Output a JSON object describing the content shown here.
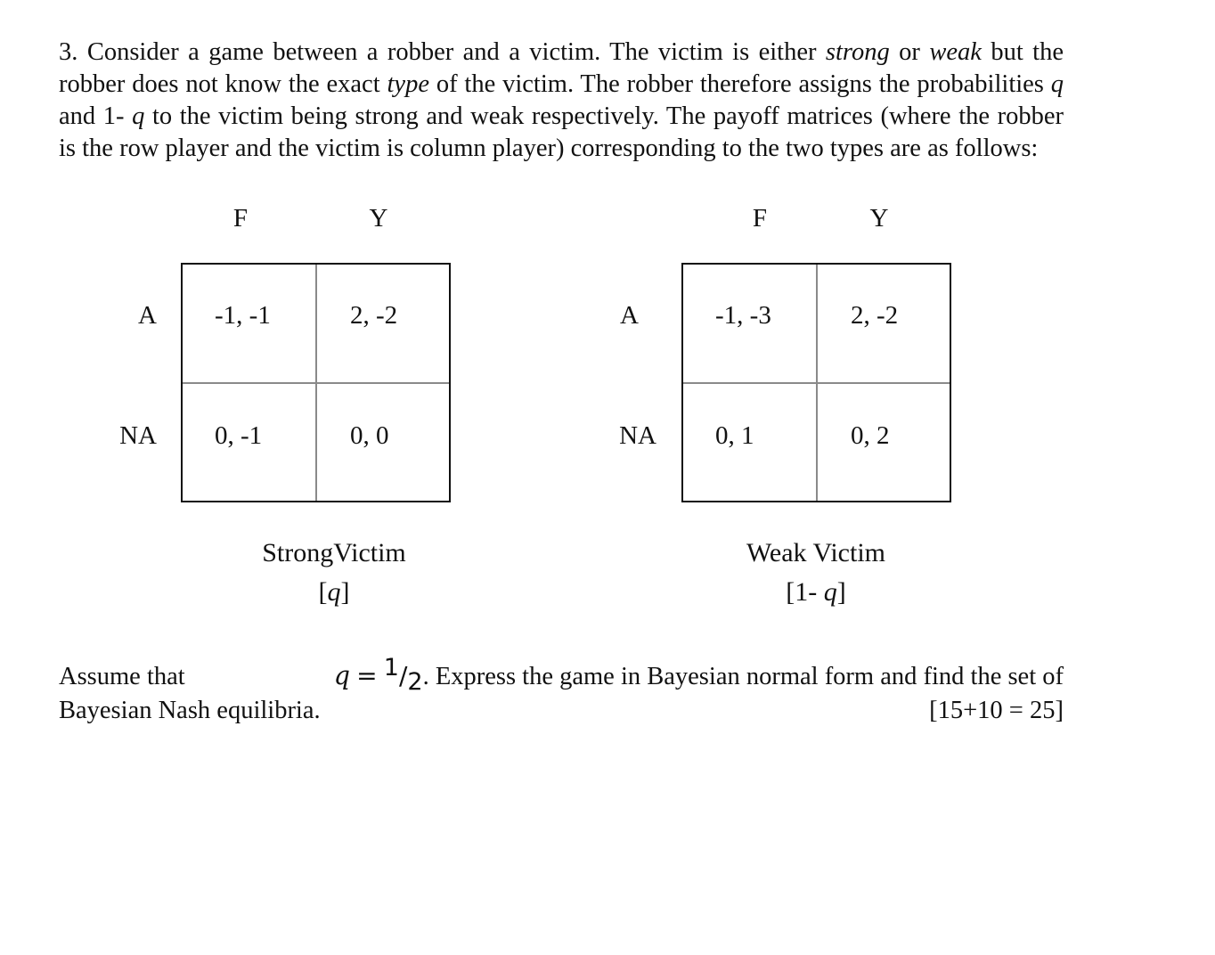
{
  "question": {
    "number": "3.",
    "intro_part1": "Consider a game between a robber and a victim. The victim is either ",
    "intro_strong": "strong",
    "intro_part2": " or ",
    "intro_weak": "weak",
    "intro_part3": " but the robber does not know the exact ",
    "intro_type": "type",
    "intro_part4": " of the victim. The robber therefore assigns the probabilities ",
    "intro_q1": "q",
    "intro_part5": " and 1- ",
    "intro_q2": "q",
    "intro_part6": " to the victim being strong and weak respectively. The payoff matrices (where the robber is the row player and the victim is column player) corresponding to the two types are as follows:"
  },
  "matrices": [
    {
      "col_labels": [
        "F",
        "Y"
      ],
      "row_labels": [
        "A",
        "NA"
      ],
      "cells": [
        [
          "-1, -1",
          "2, -2"
        ],
        [
          "0, -1",
          "0, 0"
        ]
      ],
      "caption": "StrongVictim",
      "prob_open": "[",
      "prob_var": "q",
      "prob_close": "]"
    },
    {
      "col_labels": [
        "F",
        "Y"
      ],
      "row_labels": [
        "A",
        "NA"
      ],
      "cells": [
        [
          "-1, -3",
          "2, -2"
        ],
        [
          "0, 1",
          "0, 2"
        ]
      ],
      "caption": "Weak Victim",
      "prob_open": "[1- ",
      "prob_var": "q",
      "prob_close": "]"
    }
  ],
  "closing": {
    "assume": "Assume that",
    "q": "q",
    "equals": "=",
    "frac_num": "1",
    "frac_slash": "/",
    "frac_den": "2",
    "rest_line1": ". Express the game in Bayesian normal form and find the set of",
    "line2": "Bayesian Nash equilibria.",
    "marks": "[15+10 = 25]"
  }
}
